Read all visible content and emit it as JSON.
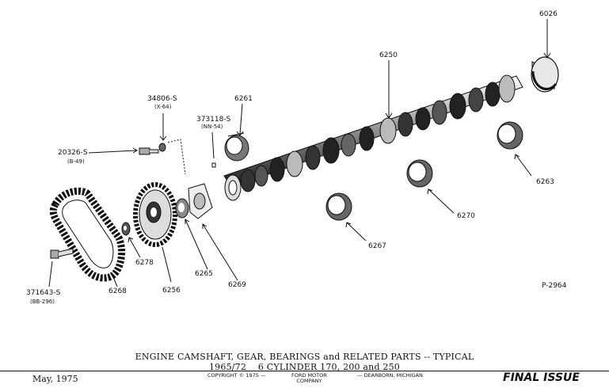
{
  "callouts": {
    "p6026": "6026",
    "p6250": "6250",
    "p6261": "6261",
    "p34806_line1": "34806-S",
    "p34806_line2": "(X-64)",
    "p373118_line1": "373118-S",
    "p373118_line2": "(NN-54)",
    "p20326_line1": "20326-S",
    "p20326_line2": "(B-49)",
    "p6263": "6263",
    "p6270": "6270",
    "p6267": "6267",
    "p6278": "6278",
    "p6265": "6265",
    "p6269": "6269",
    "p6256": "6256",
    "p6268": "6268",
    "p371643_line1": "371643-S",
    "p371643_line2": "(BB-296)",
    "plate_number": "P-2964"
  },
  "caption": {
    "line1": "ENGINE CAMSHAFT, GEAR, BEARINGS and RELATED PARTS -- TYPICAL",
    "line2": "1965/72    6 CYLINDER 170, 200 and 250"
  },
  "footer": {
    "date": "May, 1975",
    "copyright": "COPYRIGHT © 1975 —",
    "company_line1": "FORD MOTOR",
    "company_line2": "COMPANY",
    "location": "— DEARBORN, MICHIGAN",
    "status": "FINAL ISSUE"
  }
}
